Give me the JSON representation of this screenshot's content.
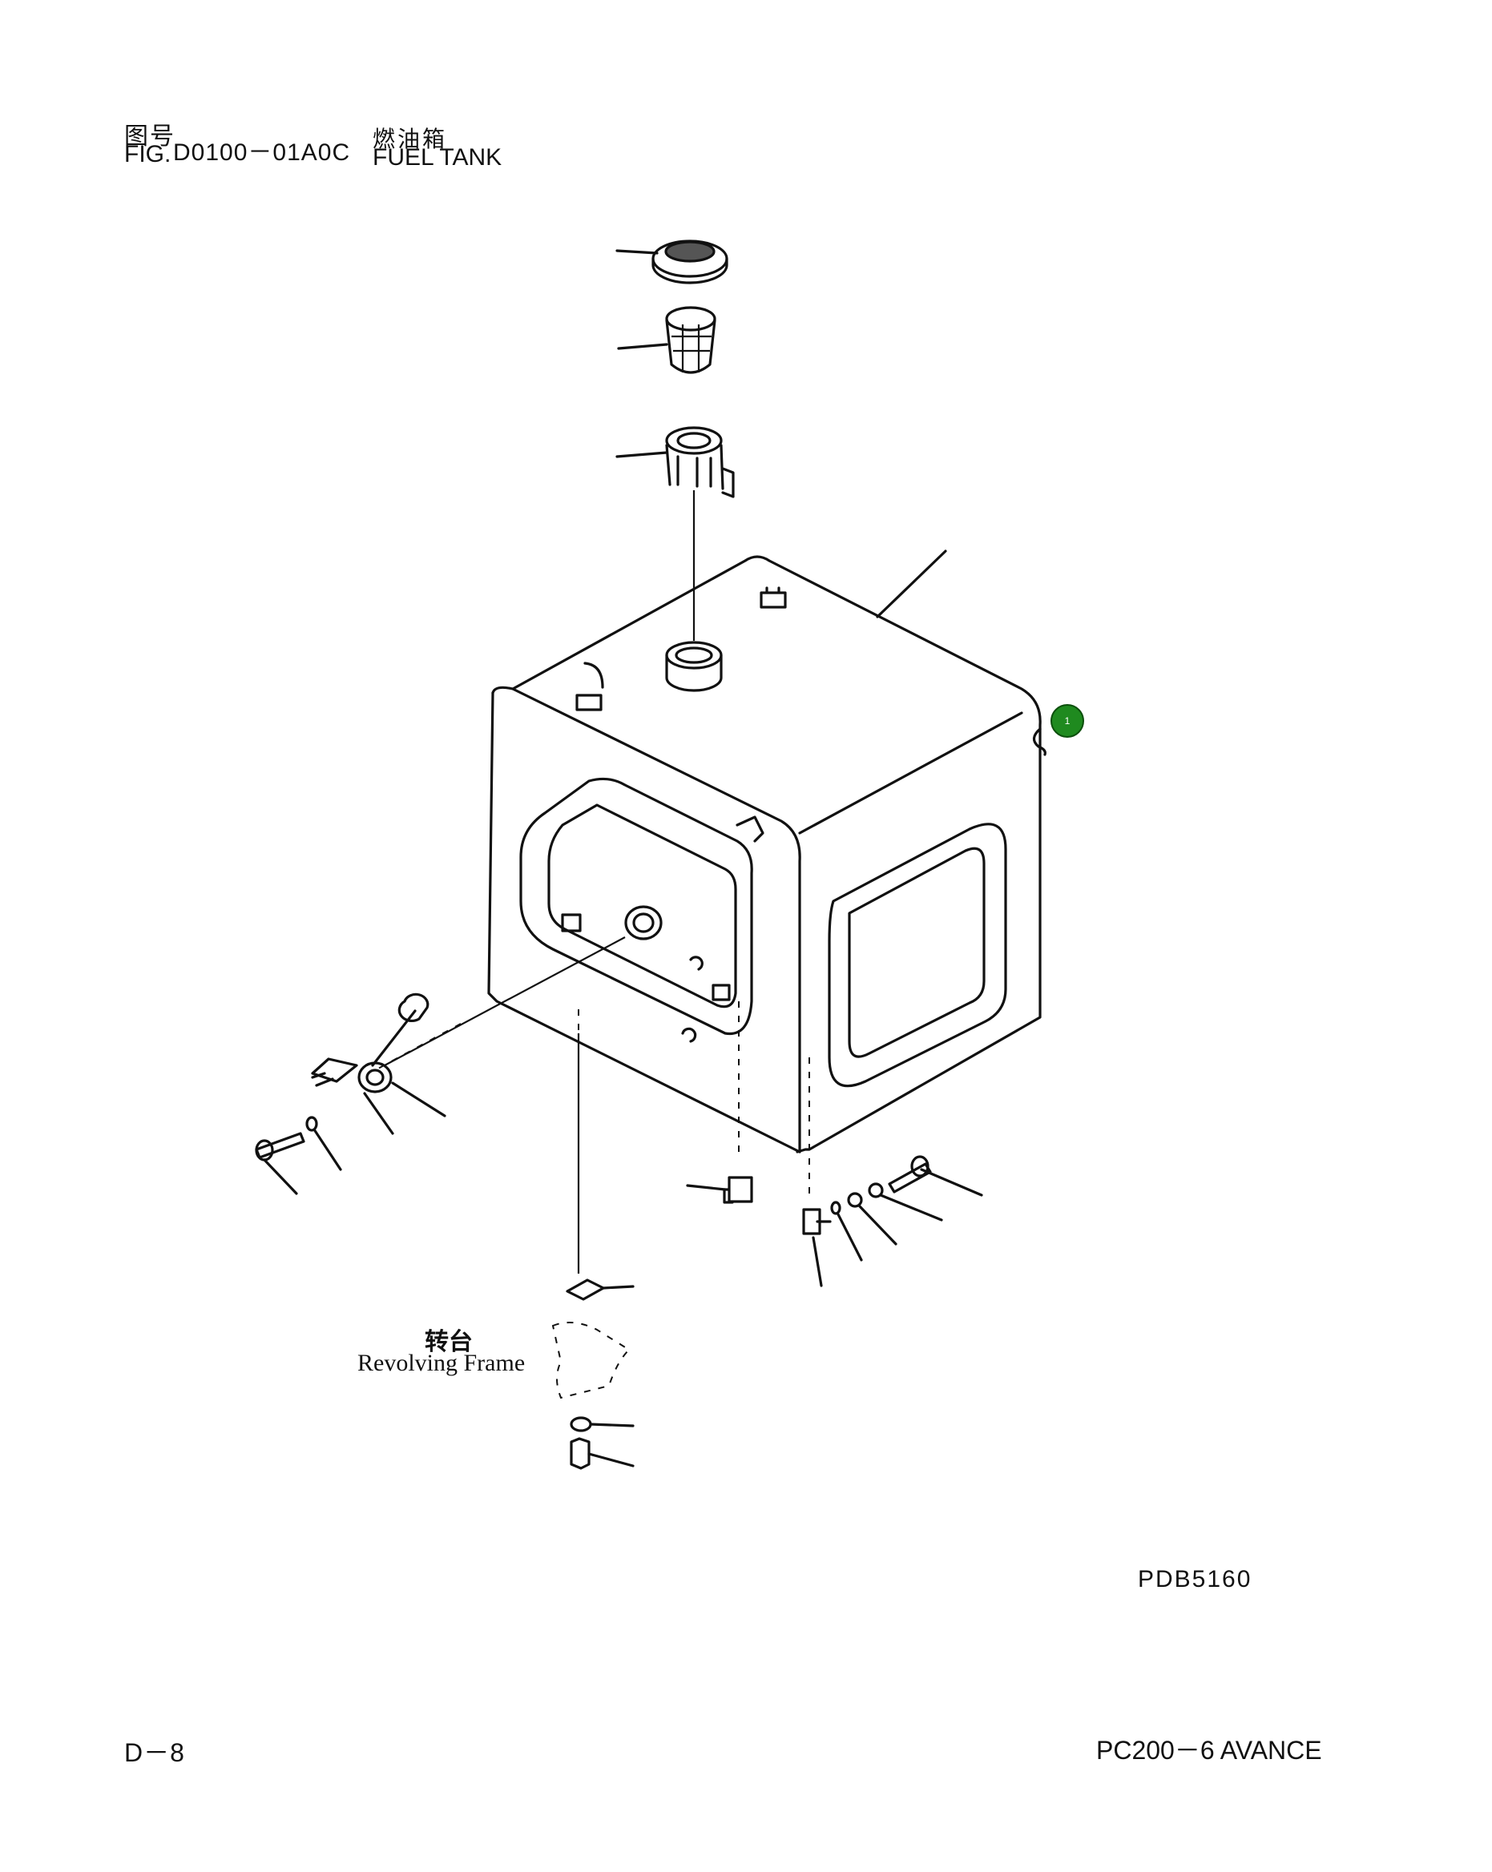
{
  "header": {
    "fig_label_cn": "图号",
    "fig_label_en": "FIG.",
    "fig_number": "D0100－01A0C",
    "title_cn": "燃油箱",
    "title_en": "FUEL TANK"
  },
  "drawing": {
    "annotation_cn": "转台",
    "annotation_en": "Revolving Frame",
    "drawing_code": "PDB5160"
  },
  "callout": {
    "label": "1",
    "color": "#1f8a1f"
  },
  "footer": {
    "page": "D－8",
    "model": "PC200－6 AVANCE"
  }
}
